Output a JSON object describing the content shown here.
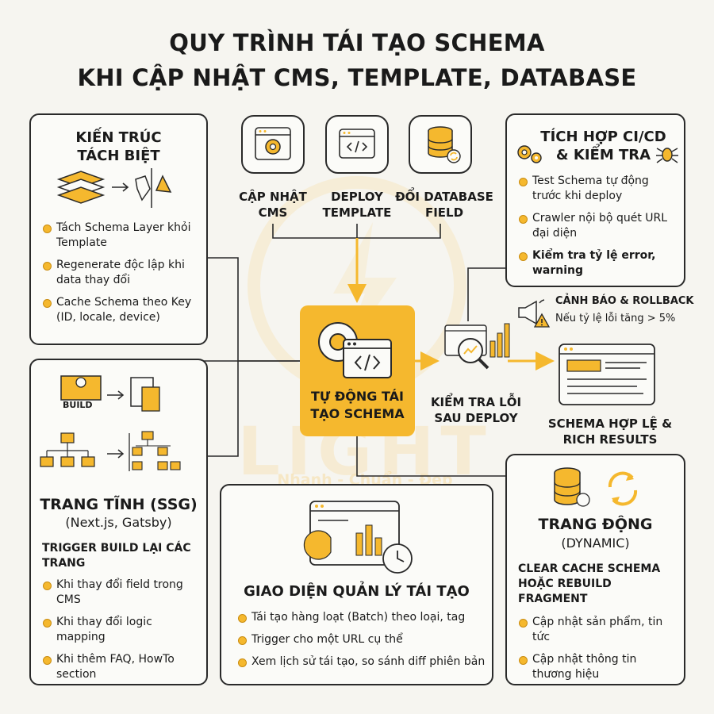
{
  "title": {
    "line1": "QUY TRÌNH TÁI TẠO SCHEMA",
    "line2": "KHI CẬP NHẬT CMS, TEMPLATE, DATABASE"
  },
  "watermark": {
    "logo": "LIGHT",
    "tagline": "Nhanh - Chuẩn - Đẹp"
  },
  "architecture": {
    "title_line1": "KIẾN TRÚC",
    "title_line2": "TÁCH BIỆT",
    "items": [
      "Tách Schema Layer khỏi Template",
      "Regenerate độc lập khi data thay đổi",
      "Cache Schema theo Key (ID, locale, device)"
    ]
  },
  "triggers": [
    {
      "label_line1": "CẬP NHẬT",
      "label_line2": "CMS",
      "icon": "settings-window-icon"
    },
    {
      "label_line1": "DEPLOY",
      "label_line2": "TEMPLATE",
      "icon": "code-window-icon"
    },
    {
      "label_line1": "ĐỔI DATABASE",
      "label_line2": "FIELD",
      "icon": "database-sync-icon"
    }
  ],
  "cicd": {
    "title_line1": "TÍCH HỢP CI/CD",
    "title_line2": "& KIỂM TRA",
    "items": [
      "Test Schema tự động trước khi deploy",
      "Crawler nội bộ quét URL đại diện",
      "Kiểm tra tỷ lệ error, warning"
    ]
  },
  "alert": {
    "title": "CẢNH BÁO & ROLLBACK",
    "text": "Nếu tỷ lệ lỗi tăng > 5%"
  },
  "center": {
    "line1": "TỰ ĐỘNG TÁI",
    "line2": "TẠO SCHEMA"
  },
  "check": {
    "line1": "KIỂM TRA LỖI",
    "line2": "SAU DEPLOY"
  },
  "result": {
    "line1": "SCHEMA HỢP LỆ &",
    "line2": "RICH RESULTS"
  },
  "ssg": {
    "build_label": "BUILD",
    "title": "TRANG TĨNH (SSG)",
    "subtitle": "(Next.js, Gatsby)",
    "trigger_line1": "TRIGGER BUILD LẠI CÁC",
    "trigger_line2": "TRANG",
    "items": [
      "Khi thay đổi field trong CMS",
      "Khi thay đổi logic mapping",
      "Khi thêm FAQ, HowTo section"
    ]
  },
  "admin": {
    "title": "GIAO DIỆN QUẢN LÝ TÁI TẠO",
    "items": [
      "Tái tạo hàng loạt (Batch) theo loại, tag",
      "Trigger cho một URL cụ thể",
      "Xem lịch sử tái tạo, so sánh diff phiên bản"
    ]
  },
  "dynamic": {
    "title_line1": "TRANG ĐỘNG",
    "title_line2": "(DYNAMIC)",
    "action_line1": "CLEAR CACHE SCHEMA",
    "action_line2": "HOẶC REBUILD FRAGMENT",
    "items": [
      "Cập nhật sản phẩm, tin tức",
      "Cập nhật thông tin thương hiệu"
    ]
  },
  "colors": {
    "accent": "#f5b82e",
    "accent_dark": "#c98c10",
    "ink": "#1a1a1a",
    "background": "#f6f5f0"
  }
}
